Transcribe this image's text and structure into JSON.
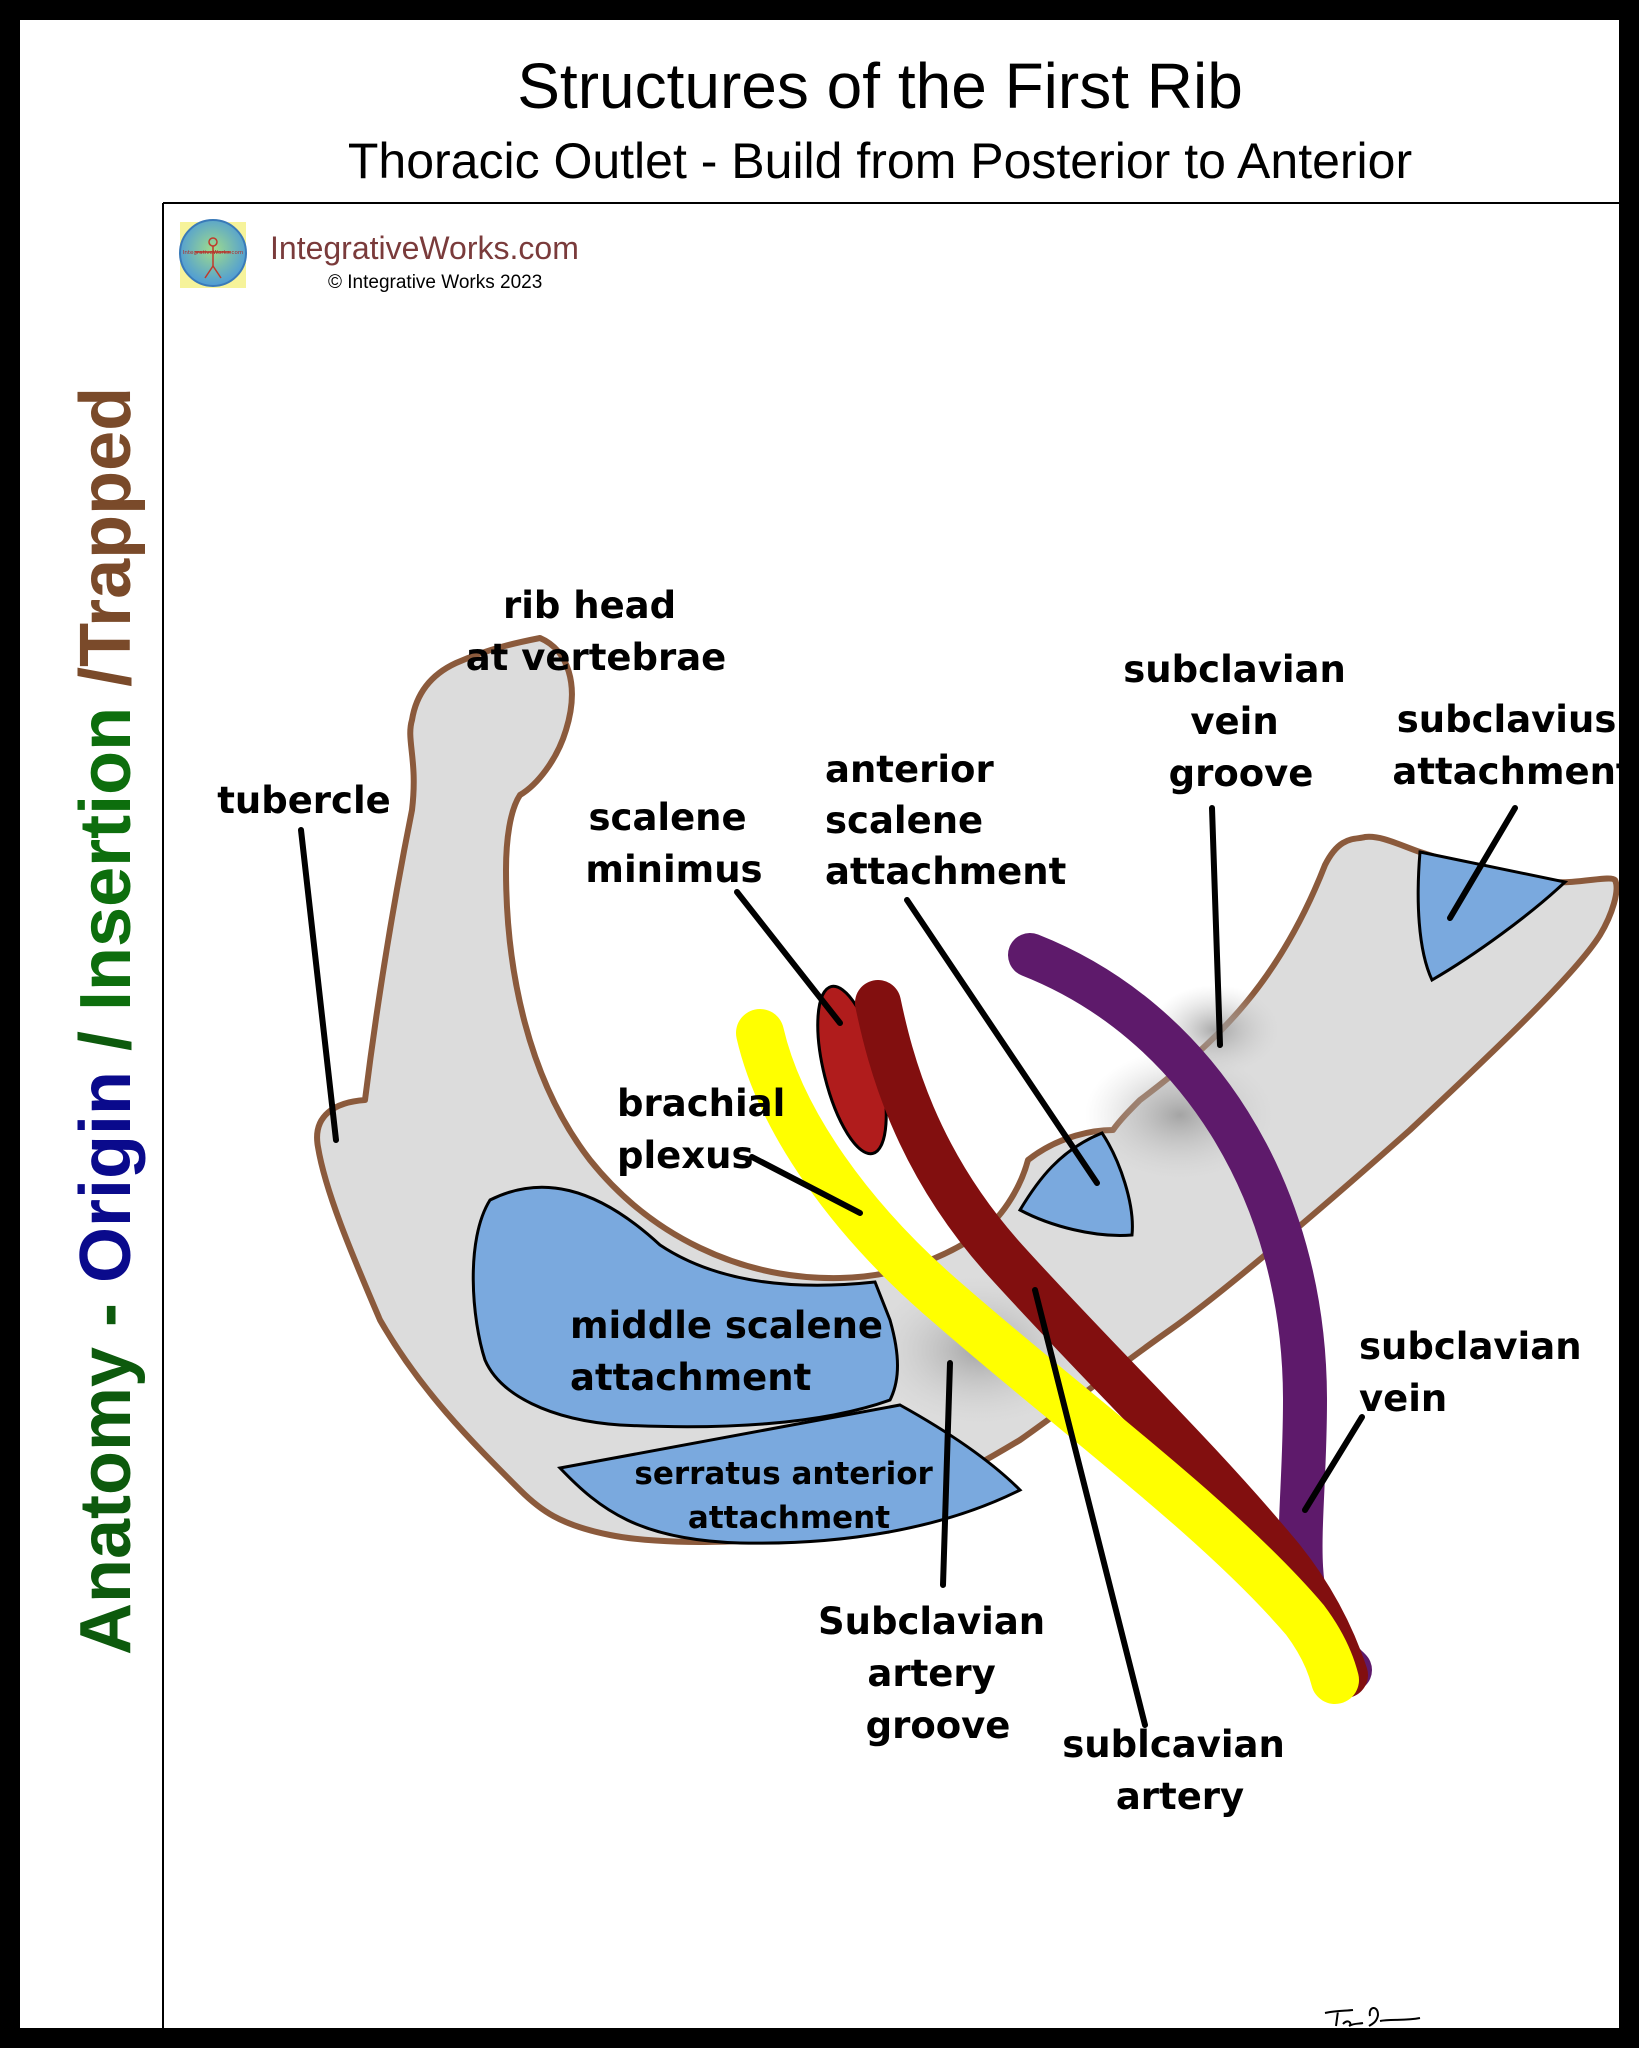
{
  "title": "Structures of the First Rib",
  "subtitle": "Thoracic Outlet - Build from Posterior to Anterior",
  "brand": {
    "site": "IntegrativeWorks.com",
    "copyright": "© Integrative Works 2023",
    "logo_text": "IntegrativeWorks.com",
    "signature": "Tom Preston"
  },
  "side_label": {
    "part1": "Anatomy - ",
    "part2": "Origin",
    "part3": " / ",
    "part4": "Insertion",
    "part5": " /Trapped"
  },
  "labels": {
    "rib_head": [
      "rib head",
      "at vertebrae"
    ],
    "tubercle": [
      "tubercle"
    ],
    "scalene_minimus": [
      "scalene",
      "minimus"
    ],
    "anterior_scalene": [
      "anterior",
      "scalene",
      "attachment"
    ],
    "subclavian_vein_groove": [
      "subclavian",
      "vein",
      "groove"
    ],
    "subclavius": [
      "subclavius",
      "attachment"
    ],
    "brachial_plexus": [
      "brachial",
      "plexus"
    ],
    "middle_scalene": [
      "middle scalene",
      "attachment"
    ],
    "serratus_anterior": [
      "serratus anterior",
      "attachment"
    ],
    "subclavian_artery_groove": [
      "Subclavian",
      "artery",
      "groove"
    ],
    "subclavian_artery": [
      "sublcavian",
      "artery"
    ],
    "subclavian_vein": [
      "subclavian",
      "vein"
    ]
  },
  "colors": {
    "frame": "#000000",
    "rib_fill": "#dcdcdc",
    "rib_outline": "#8b5a3c",
    "muscle_attachment": "#7aa9de",
    "brachial_plexus": "#ffff00",
    "subclavian_artery": "#820f0f",
    "scalene_minimus": "#b01c1c",
    "subclavian_vein": "#5e1a6b",
    "title_anatomy": "#0d5a0d",
    "title_origin": "#0a0a8c",
    "title_insertion": "#0d6e0d",
    "title_trapped": "#7a4a2a",
    "brand_text": "#7a3b3b"
  },
  "icons": [
    "vitruvian-man-logo-icon"
  ]
}
